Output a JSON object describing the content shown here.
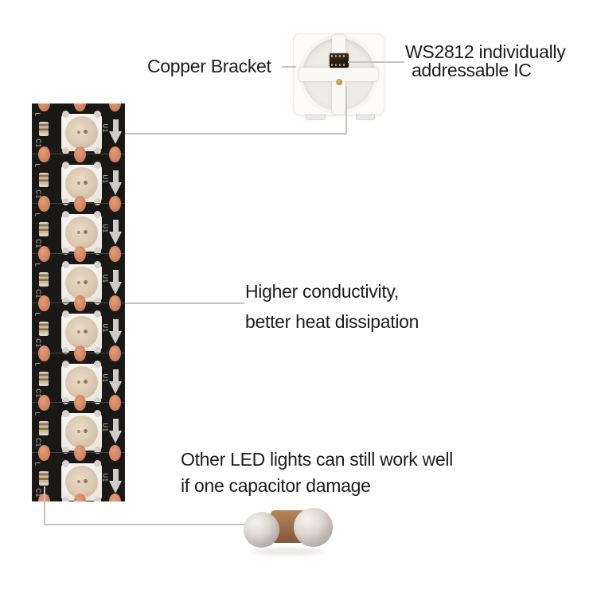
{
  "background": "#ffffff",
  "colors": {
    "page_bg": "#ffffff",
    "text": "#1c1c1c",
    "callout_line": "#c4c4c4",
    "pcb": "#1a1816",
    "copper_pad": "#d18561",
    "led_package": "#f2efe9",
    "led_dome": "#dccab4",
    "arrow": "#dbdad8",
    "cap_body": "#9a6b47",
    "cap_terminal": "#b6afa8"
  },
  "callouts": {
    "copper_bracket": {
      "label": "Copper Bracket"
    },
    "ws2812": {
      "label_line1": "WS2812 individually",
      "label_line2": "addressable IC"
    },
    "conductivity": {
      "label_line1": "Higher conductivity,",
      "label_line2": "better heat dissipation"
    },
    "capacitor": {
      "label_line1": "Other LED lights can still work well",
      "label_line2": "if one capacitor damage"
    }
  },
  "strip": {
    "led_count": 8,
    "silkscreen": {
      "ic_ref": "U1",
      "cap_ref": "C1",
      "pad_ref": "L"
    }
  }
}
